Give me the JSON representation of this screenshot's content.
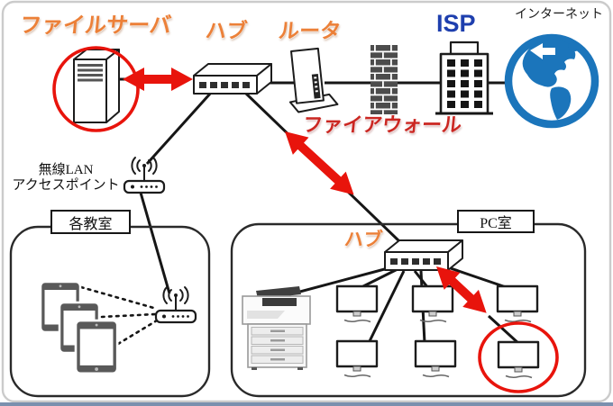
{
  "labels": {
    "file_server": "ファイルサーバ",
    "hub_top": "ハブ",
    "router": "ルータ",
    "firewall": "ファイアウォール",
    "isp": "ISP",
    "internet": "インターネット",
    "wireless_ap_line1": "無線LAN",
    "wireless_ap_line2": "アクセスポイント",
    "classroom": "各教室",
    "pc_room": "PC室",
    "hub_pc": "ハブ"
  },
  "icons": {
    "file_server": "server-tower-icon",
    "hub": "switch-hub-icon",
    "router": "router-icon",
    "firewall": "brick-wall-icon",
    "isp": "office-building-icon",
    "internet": "globe-icon",
    "wireless_ap": "wifi-access-point-icon",
    "tablet": "tablet-icon",
    "printer": "multifunction-printer-icon",
    "pc": "desktop-monitor-icon",
    "highlight": "red-double-arrow-icon"
  },
  "colors": {
    "accent-red": "#e8140c",
    "wordart-orange": "#ec8038",
    "wordart-red": "#cb2722",
    "isp-blue": "#1e3fae",
    "globe-blue": "#1b75bb",
    "line-black": "#161616",
    "frame-gray": "#cbcbcb",
    "bottom-strip-blue": "#7b90ae"
  }
}
